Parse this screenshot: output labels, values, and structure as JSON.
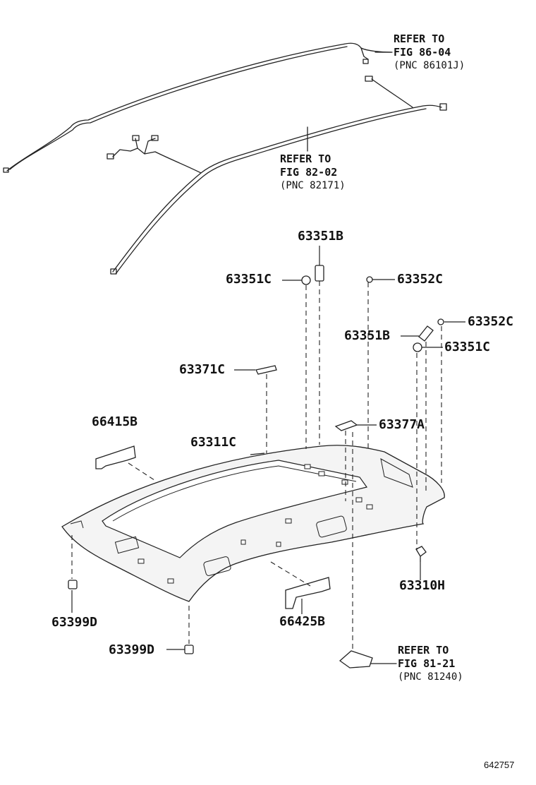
{
  "colors": {
    "line": "#222222",
    "panel_fill": "#f4f4f4",
    "text": "#111111"
  },
  "refs": {
    "r1": {
      "line1": "REFER TO",
      "line2": "FIG 86-04",
      "line3": "(PNC 86101J)"
    },
    "r2": {
      "line1": "REFER TO",
      "line2": "FIG 82-02",
      "line3": "(PNC 82171)"
    },
    "r3": {
      "line1": "REFER TO",
      "line2": "FIG 81-21",
      "line3": "(PNC 81240)"
    }
  },
  "parts": {
    "p63351b_top": "63351B",
    "p63351c_left": "63351C",
    "p63352c_mid": "63352C",
    "p63352c_right": "63352C",
    "p63351b_right": "63351B",
    "p63351c_right": "63351C",
    "p63371c": "63371C",
    "p66415b": "66415B",
    "p63311c": "63311C",
    "p63377a": "63377A",
    "p63310h": "63310H",
    "p63399d_left": "63399D",
    "p66425b": "66425B",
    "p63399d_bottom": "63399D"
  },
  "figure_id": "642757"
}
